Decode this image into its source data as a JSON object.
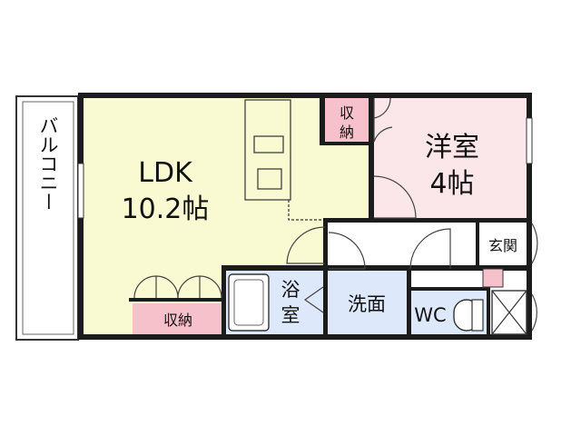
{
  "colors": {
    "ldk": "#fafad2",
    "western": "#fbe6ea",
    "storage": "#f7c1cc",
    "bath": "#dde8fb",
    "walls": "#1c1c1c",
    "balcony": "#ffffff"
  },
  "rooms": {
    "ldk": {
      "name": "LDK",
      "size": "10.2帖"
    },
    "western": {
      "name": "洋室",
      "size": "4帖"
    },
    "storage_small": {
      "line1": "収",
      "line2": "納"
    },
    "storage_ldk": {
      "name": "収納"
    },
    "balcony": {
      "name": "バルコニー"
    },
    "bath": {
      "line1": "浴",
      "line2": "室"
    },
    "washroom": {
      "name": "洗面"
    },
    "wc": {
      "name": "WC"
    },
    "entrance": {
      "name": "玄関"
    }
  }
}
